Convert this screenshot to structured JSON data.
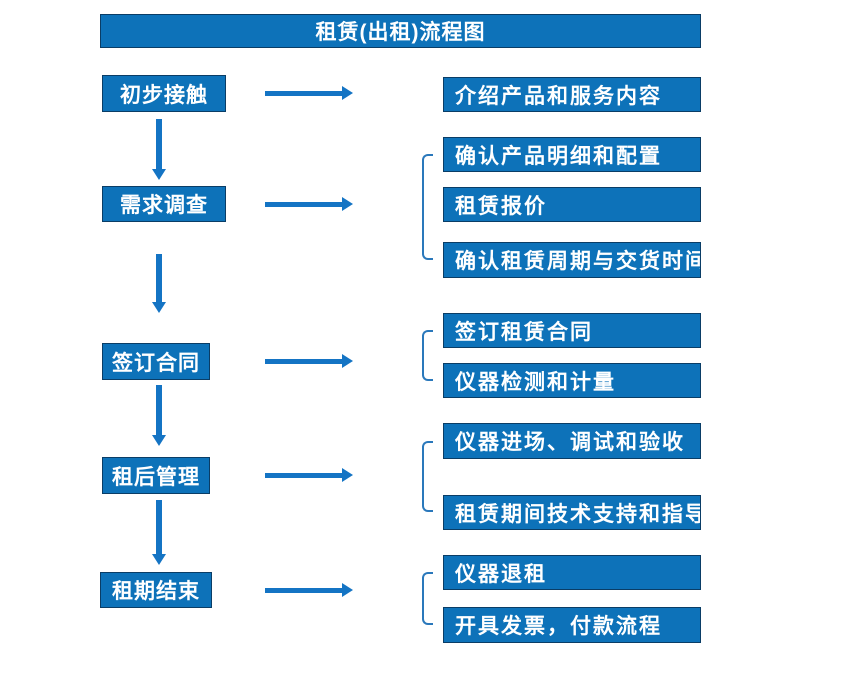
{
  "title": "租赁(出租)流程图",
  "colors": {
    "box": "#0d72b9",
    "arrow": "#1474c4",
    "bracket": "#2a78bb",
    "border": "#0a3d66",
    "text": "#ffffff",
    "background": "#ffffff"
  },
  "steps": [
    {
      "label": "初步接触",
      "details": [
        "介绍产品和服务内容"
      ]
    },
    {
      "label": "需求调查",
      "details": [
        "确认产品明细和配置",
        "租赁报价",
        "确认租赁周期与交货时间"
      ]
    },
    {
      "label": "签订合同",
      "details": [
        "签订租赁合同",
        "仪器检测和计量"
      ]
    },
    {
      "label": "租后管理",
      "details": [
        "仪器进场、调试和验收",
        "租赁期间技术支持和指导"
      ]
    },
    {
      "label": "租期结束",
      "details": [
        "仪器退租",
        "开具发票，付款流程"
      ]
    }
  ]
}
